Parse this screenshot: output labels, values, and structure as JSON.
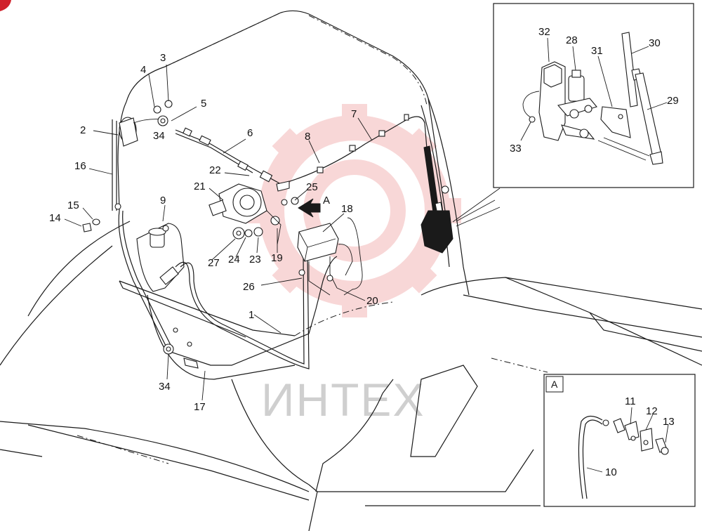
{
  "watermark": {
    "text": "ИНТЕХ",
    "color": "#f3b8b8"
  },
  "inset_top_right": {
    "labels": [
      "32",
      "28",
      "31",
      "30",
      "29",
      "33"
    ]
  },
  "inset_a": {
    "title": "A",
    "labels": [
      "11",
      "12",
      "13",
      "10"
    ]
  },
  "main": {
    "pointer_label": "A",
    "labels": [
      "4",
      "3",
      "5",
      "2",
      "6",
      "34",
      "16",
      "7",
      "8",
      "22",
      "21",
      "25",
      "15",
      "14",
      "9",
      "18",
      "27",
      "24",
      "23",
      "19",
      "26",
      "20",
      "1",
      "34",
      "17"
    ]
  }
}
